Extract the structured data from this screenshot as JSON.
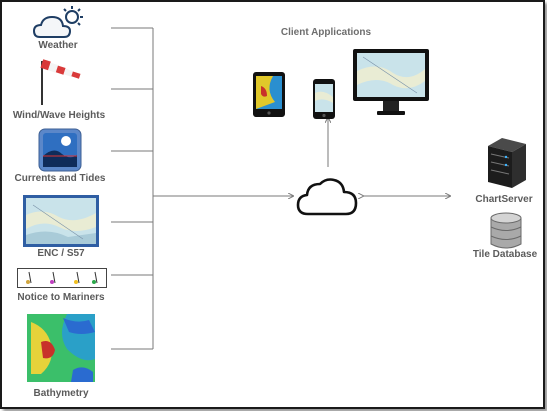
{
  "sources": {
    "weather": "Weather",
    "wind_wave": "Wind/Wave Heights",
    "currents_tides": "Currents and Tides",
    "enc_s57": "ENC / S57",
    "notice_mariners": "Notice to Mariners",
    "bathymetry": "Bathymetry"
  },
  "clients": {
    "title": "Client Applications"
  },
  "server": {
    "chartserver": "ChartServer",
    "tile_db": "Tile Database"
  },
  "colors": {
    "line": "#7a7a7a",
    "label": "#5b5b5b",
    "border": "#1a1a1a"
  }
}
